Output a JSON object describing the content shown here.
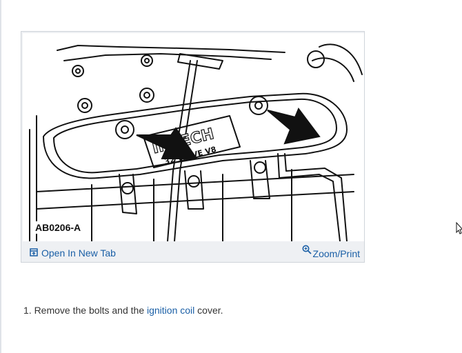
{
  "figure": {
    "code": "AB0206-A",
    "cover_text_1": "INTECH",
    "cover_text_2": "32 VALVE V8",
    "open_tab_label": "Open In New Tab",
    "open_tab_icon": "open-in-new-tab-icon",
    "zoom_print_label": "Zoom/Print",
    "zoom_print_icon": "magnifier-icon"
  },
  "step": {
    "prefix": "1. Remove the bolts and the ",
    "link_text": "ignition coil",
    "suffix": " cover."
  },
  "colors": {
    "link": "#1a5fa6",
    "text": "#333333",
    "card_bg": "#eef0f3"
  }
}
